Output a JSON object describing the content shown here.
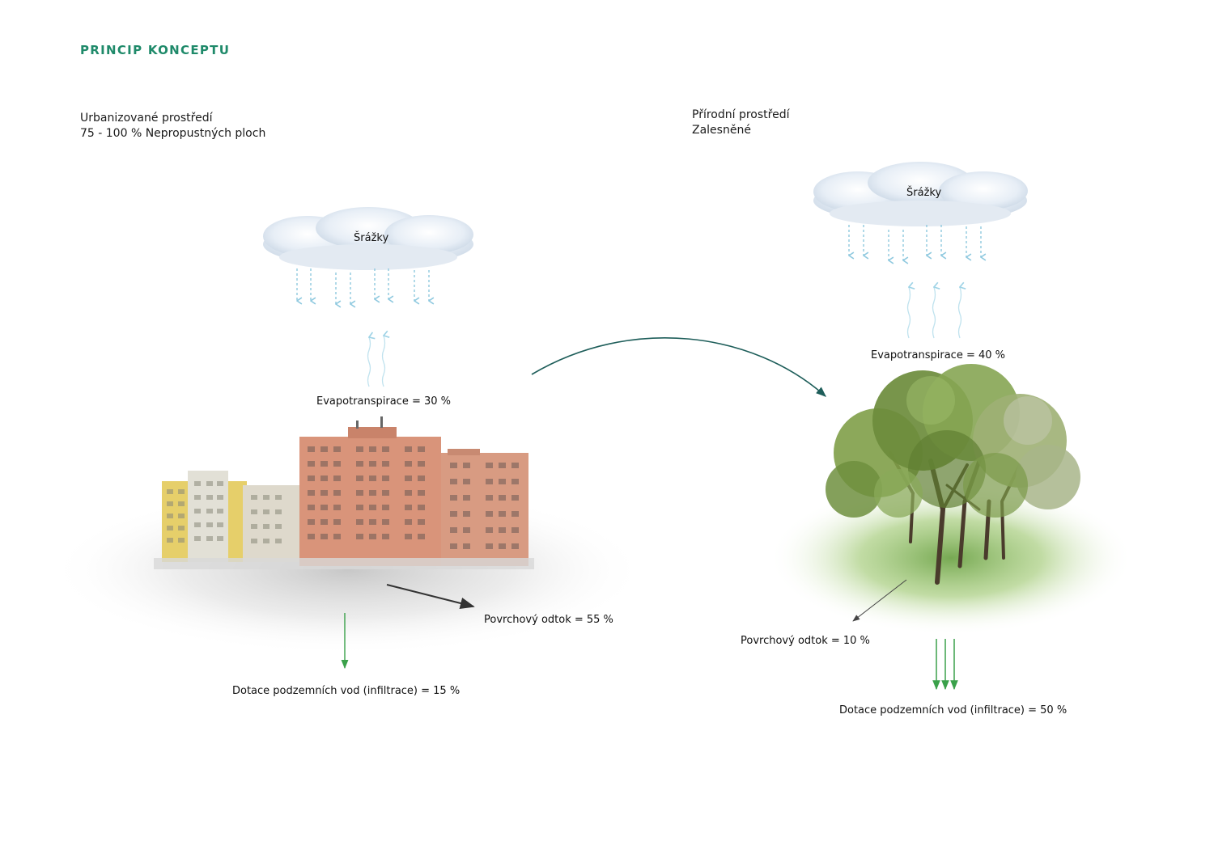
{
  "heading": "PRINCIP KONCEPTU",
  "colors": {
    "accent": "#1f8a6a",
    "rain": "#8fc9df",
    "infiltration": "#3aa14a",
    "transition_arrow": "#1e5e5a"
  },
  "urban": {
    "title_line1": "Urbanizované prostředí",
    "title_line2": "75 - 100 % Nepropustných ploch",
    "precipitation": "Šrážky",
    "evapotranspiration": "Evapotranspirace = 30 %",
    "surface_runoff": "Povrchový odtok = 55 %",
    "infiltration": "Dotace podzemních vod (infiltrace) = 15 %",
    "icon": "apartment-buildings-icon"
  },
  "natural": {
    "title_line1": "Přírodní prostředí",
    "title_line2": "Zalesněné",
    "precipitation": "Šrážky",
    "evapotranspiration": "Evapotranspirace = 40 %",
    "surface_runoff": "Povrchový odtok = 10 %",
    "infiltration": "Dotace podzemních vod (infiltrace) = 50 %",
    "icon": "tree-grove-icon"
  }
}
